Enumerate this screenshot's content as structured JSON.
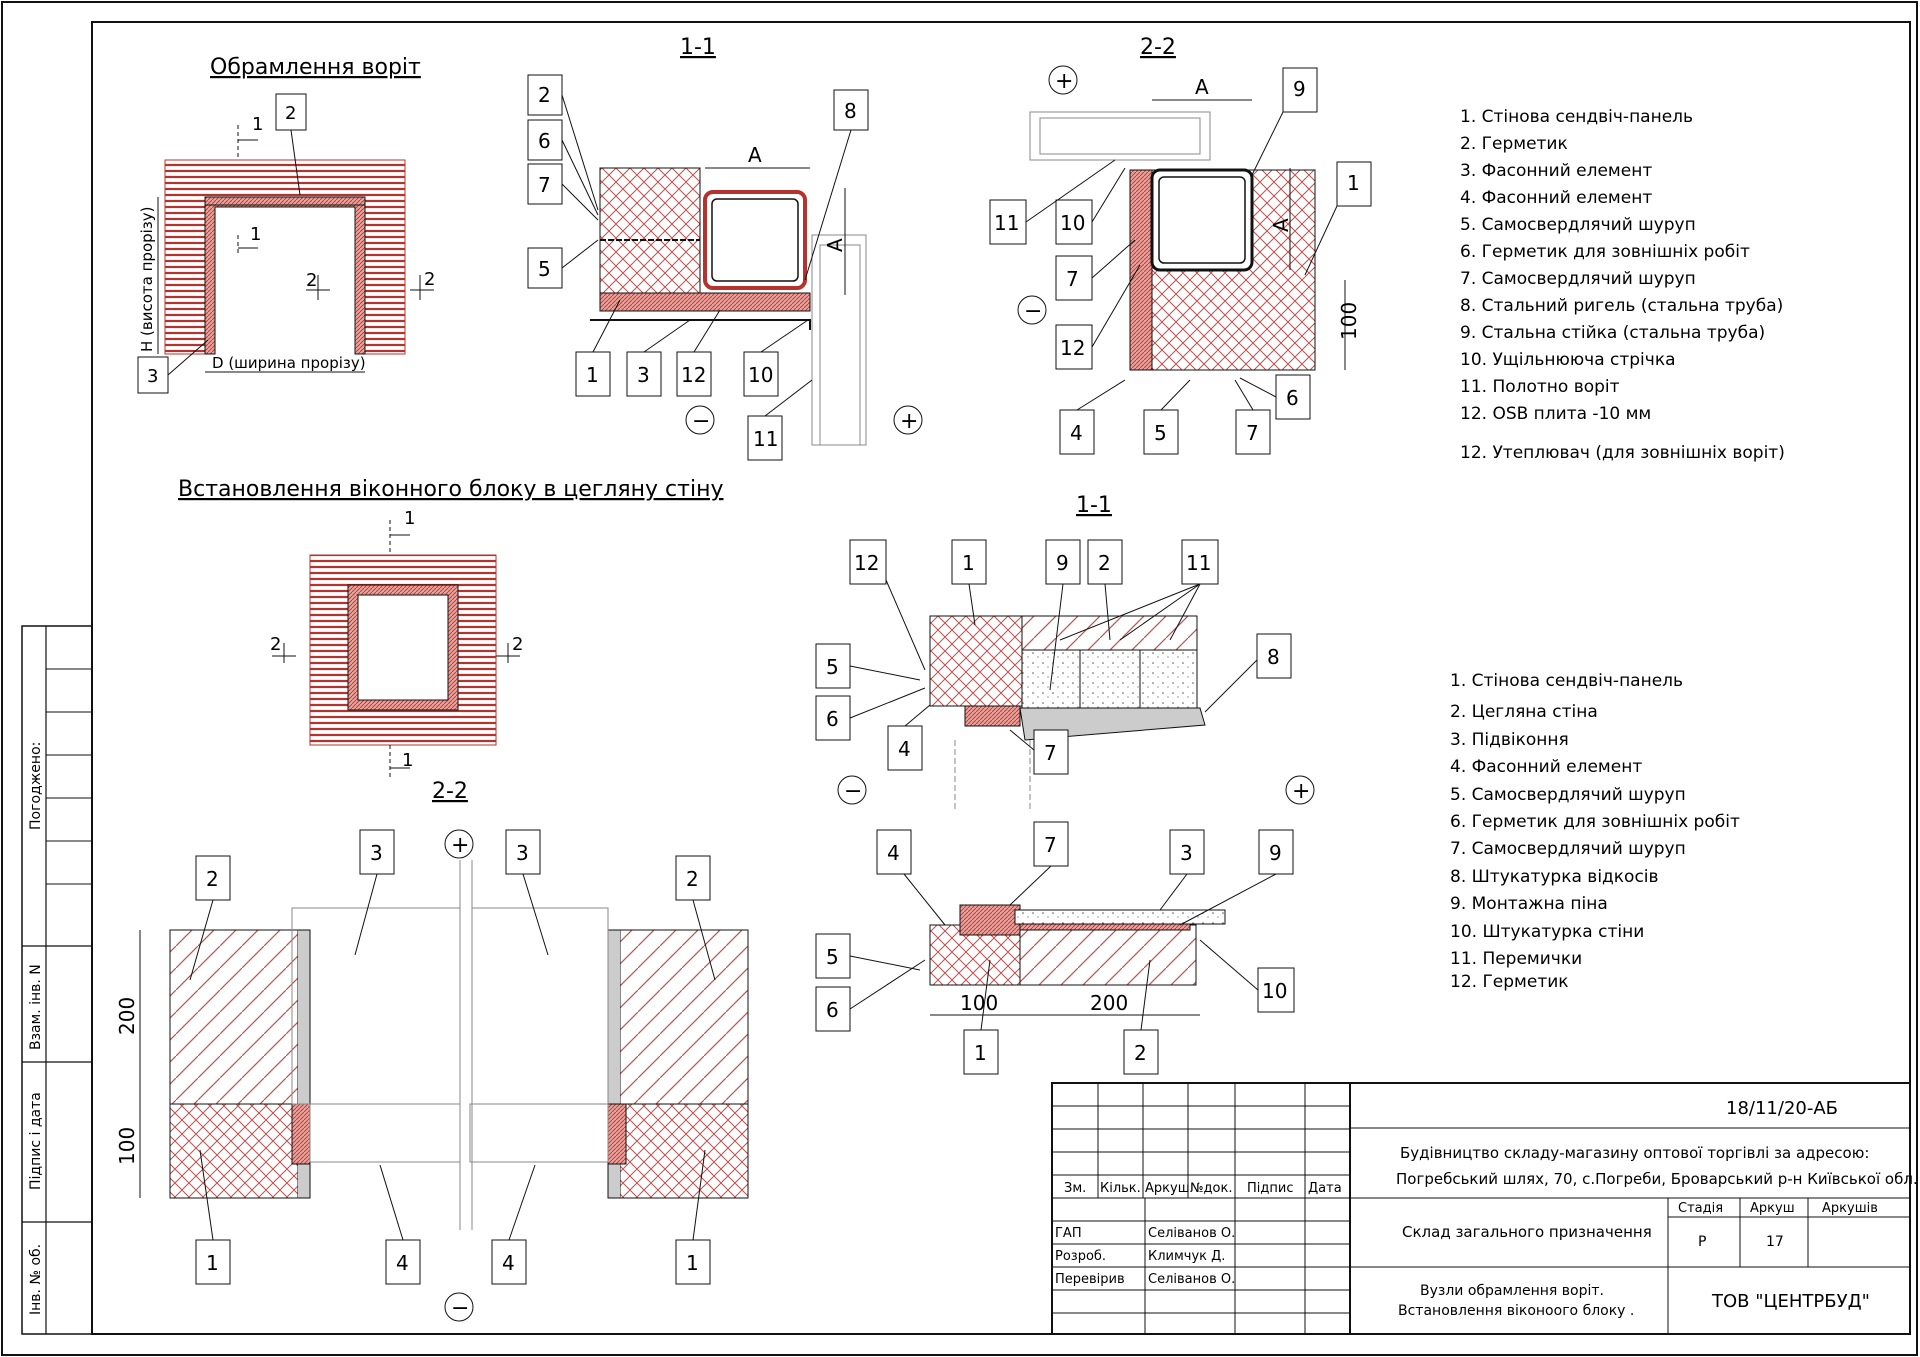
{
  "titles": {
    "gate_framing": "Обрамлення воріт",
    "window_install": "Встановлення віконного блоку в цегляну стіну",
    "sec_1_1": "1-1",
    "sec_2_2": "2-2"
  },
  "dims": {
    "height_label": "H (висота прорізу)",
    "width_label": "D (ширина прорізу)",
    "A": "A",
    "d100": "100",
    "d200": "200"
  },
  "markers": [
    "1",
    "2",
    "3",
    "4",
    "5",
    "6",
    "7",
    "8",
    "9",
    "10",
    "11",
    "12"
  ],
  "signs": {
    "plus": "+",
    "minus": "−"
  },
  "legend_gate": [
    "1. Стінова сендвіч-панель",
    "2. Герметик",
    "3. Фасонний елемент",
    "4. Фасонний елемент",
    "5. Самосвердлячий шуруп",
    "6. Герметик для зовнішніх робіт",
    "7. Самосвердлячий шуруп",
    "8. Стальний ригель (стальна труба)",
    "9. Стальна стійка (стальна труба)",
    "10. Ущільнююча стрічка",
    "11. Полотно воріт",
    "12. OSB плита -10 мм",
    "12. Утеплювач (для зовнішніх воріт)"
  ],
  "legend_window": [
    "1. Стінова сендвіч-панель",
    "2. Цегляна стіна",
    "3. Підвіконня",
    "4. Фасонний елемент",
    "5. Самосвердлячий шуруп",
    "6. Герметик для зовнішніх робіт",
    "7. Самосвердлячий шуруп",
    "8. Штукатурка відкосів",
    "9. Монтажна піна",
    "10. Штукатурка стіни",
    "11. Перемички",
    "12. Герметик"
  ],
  "side_stamp": {
    "agreed": "Погоджено:",
    "inv_no": "Взам. інв. N",
    "sign_date": "Підпис і дата",
    "inv_orig": "Інв. № об."
  },
  "title_block": {
    "doc_code": "18/11/20-АБ",
    "project_line1": "Будівництво складу-магазину оптової торгівлі за адресою:",
    "project_line2": "Погребський шлях, 70, с.Погреби, Броварський р-н Київської обл.",
    "building": "Склад загального призначення",
    "sheet_title_1": "Вузли обрамлення воріт.",
    "sheet_title_2": "Встановлення віконоого блоку .",
    "company": "ТОВ \"ЦЕНТРБУД\"",
    "hdr_zm": "Зм.",
    "hdr_kilk": "Кільк.",
    "hdr_arkush": "Аркуш",
    "hdr_ndok": "№док.",
    "hdr_pidpys": "Підпис",
    "hdr_data": "Дата",
    "hdr_stadia": "Стадія",
    "hdr_arkush2": "Аркуш",
    "hdr_arkushiv": "Аркушів",
    "stadia": "Р",
    "arkush": "17",
    "arkushiv": "",
    "roles": [
      {
        "role": "ГАП",
        "name": "Селіванов О."
      },
      {
        "role": "Розроб.",
        "name": "Климчук Д."
      },
      {
        "role": "Перевірив",
        "name": "Селіванов О."
      }
    ]
  },
  "colors": {
    "hatch": "#b5332e",
    "line": "#111111",
    "insulation": "#c0504d"
  }
}
